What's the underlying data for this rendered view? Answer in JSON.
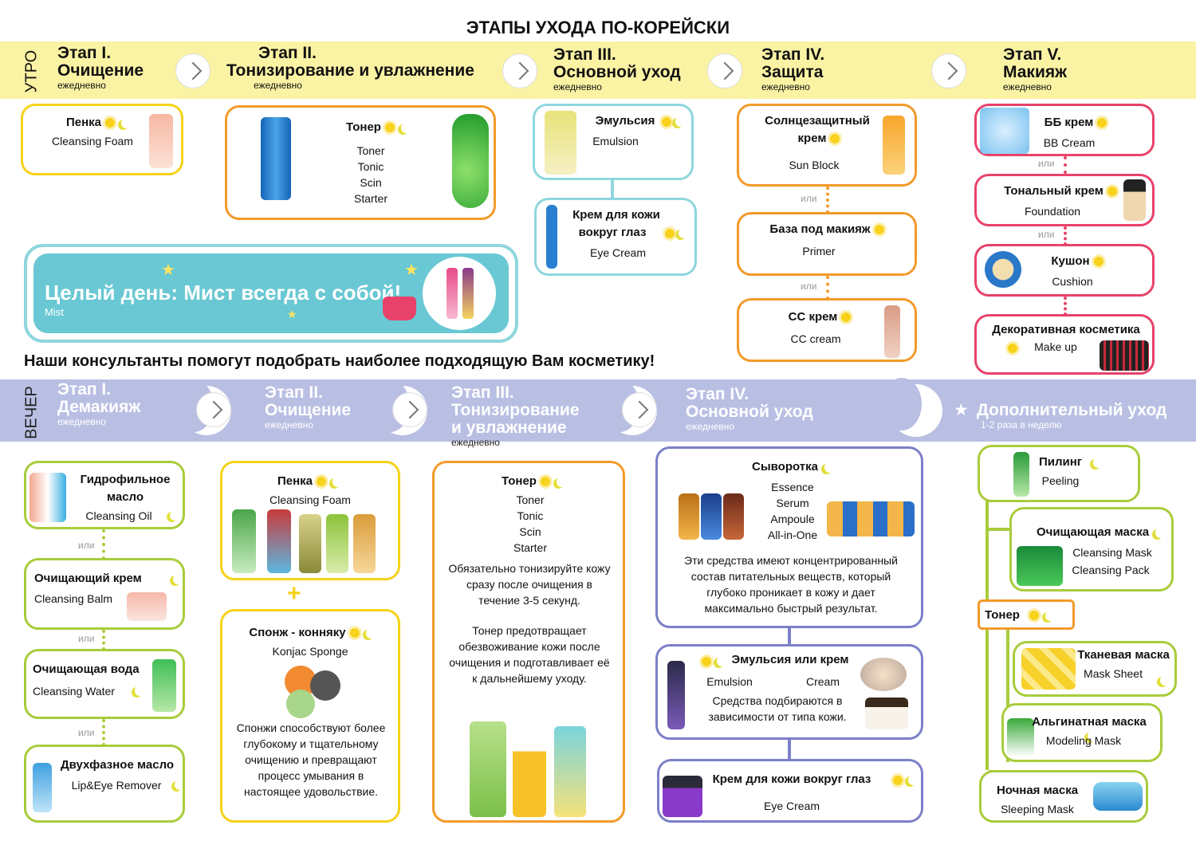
{
  "title": "ЭТАПЫ УХОДА ПО-КОРЕЙСКИ",
  "morning": {
    "label": "УТРО",
    "stages": [
      {
        "name": "Этап I.",
        "sub": "Очищение",
        "freq": "ежедневно"
      },
      {
        "name": "Этап II.",
        "sub": "Тонизирование и увлажнение",
        "freq": "ежедневно"
      },
      {
        "name": "Этап III.",
        "sub": "Основной уход",
        "freq": "ежедневно"
      },
      {
        "name": "Этап IV.",
        "sub": "Защита",
        "freq": "ежедневно"
      },
      {
        "name": "Этап V.",
        "sub": "Макияж",
        "freq": "ежедневно"
      }
    ]
  },
  "m": {
    "foam": {
      "t": "Пенка",
      "e": "Cleansing Foam"
    },
    "toner": {
      "t": "Тонер",
      "l1": "Toner",
      "l2": "Tonic",
      "l3": "Scin",
      "l4": "Starter"
    },
    "emulsion": {
      "t": "Эмульсия",
      "e": "Emulsion"
    },
    "eye": {
      "t1": "Крем для кожи",
      "t2": "вокруг глаз",
      "e": "Eye Cream"
    },
    "sun": {
      "t1": "Солнцезащитный",
      "t2": "крем",
      "e": "Sun Block"
    },
    "primer": {
      "t": "База под макияж",
      "e": "Primer"
    },
    "cc": {
      "t": "СС крем",
      "e": "CC cream"
    },
    "bb": {
      "t": "ББ крем",
      "e": "BB Cream"
    },
    "found": {
      "t": "Тональный крем",
      "e": "Foundation"
    },
    "cush": {
      "t": "Кушон",
      "e": "Cushion"
    },
    "deco": {
      "t": "Декоративная косметика",
      "e": "Make up"
    },
    "ili": "или"
  },
  "mist": {
    "t": "Целый день: Мист всегда с собой!",
    "e": "Mist"
  },
  "consult": "Наши консультанты помогут подобрать наиболее подходящую Вам косметику!",
  "evening": {
    "label": "ВЕЧЕР",
    "stages": [
      {
        "name": "Этап I.",
        "sub": "Демакияж",
        "freq": "ежедневно"
      },
      {
        "name": "Этап II.",
        "sub": "Очищение",
        "freq": "ежедневно"
      },
      {
        "name": "Этап III.",
        "sub": "Тонизирование",
        "sub2": "и увлажнение",
        "freq": "ежедневно"
      },
      {
        "name": "Этап IV.",
        "sub": "Основной уход",
        "freq": "ежедневно"
      },
      {
        "name": "Дополнительный уход",
        "freq": "1-2 раза в неделю"
      }
    ]
  },
  "e": {
    "oil": {
      "t1": "Гидрофильное",
      "t2": "масло",
      "e": "Cleansing Oil"
    },
    "balm": {
      "t": "Очищающий крем",
      "e": "Cleansing Balm"
    },
    "water": {
      "t": "Очищающая вода",
      "e": "Cleansing Water"
    },
    "bi": {
      "t": "Двухфазное масло",
      "e": "Lip&Eye Remover"
    },
    "foam": {
      "t": "Пенка",
      "e": "Cleansing Foam"
    },
    "plus": "+",
    "sponge": {
      "t": "Спонж - конняку",
      "e": "Konjac Sponge",
      "d1": "Спонжи способствуют более",
      "d2": "глубокому и тщательному",
      "d3": "очищению и превращают",
      "d4": "процесс умывания в",
      "d5": "настоящее удовольствие."
    },
    "toner": {
      "t": "Тонер",
      "l1": "Toner",
      "l2": "Tonic",
      "l3": "Scin",
      "l4": "Starter",
      "d1": "Обязательно тонизируйте кожу",
      "d2": "сразу после очищения в",
      "d3": "течение 3-5 секунд.",
      "d4": "Тонер предотвращает",
      "d5": "обезвоживание кожи после",
      "d6": "очищения и подготавливает её",
      "d7": "к дальнейшему уходу."
    },
    "serum": {
      "t": "Сыворотка",
      "l1": "Essence",
      "l2": "Serum",
      "l3": "Ampoule",
      "l4": "All-in-One",
      "d1": "Эти средства имеют концентрированный",
      "d2": "состав питательных веществ, который",
      "d3": "глубоко проникает в кожу и дает",
      "d4": "максимально быстрый результат."
    },
    "emcr": {
      "t": "Эмульсия или крем",
      "e1": "Emulsion",
      "e2": "Cream",
      "d1": "Средства подбираются в",
      "d2": "зависимости от типа кожи."
    },
    "eye": {
      "t": "Крем для кожи вокруг глаз",
      "e": "Eye Cream"
    },
    "peel": {
      "t": "Пилинг",
      "e": "Peeling"
    },
    "cmask": {
      "t": "Очищающая маска",
      "e1": "Cleansing Mask",
      "e2": "Cleansing Pack"
    },
    "toner2": {
      "t": "Тонер"
    },
    "sheet": {
      "t": "Тканевая маска",
      "e": "Mask Sheet"
    },
    "alg": {
      "t": "Альгинатная маска",
      "e": "Modeling Mask"
    },
    "night": {
      "t": "Ночная маска",
      "e": "Sleeping Mask"
    },
    "ili": "или"
  },
  "colors": {
    "yellow": "#f5d21a",
    "orange": "#f39a2a",
    "cyan": "#8fd6de",
    "pink": "#e8426a",
    "green": "#a8cc3b",
    "violet": "#7c80c8",
    "morning_band": "#fbf3a4",
    "evening_band": "#b9bfe3"
  }
}
